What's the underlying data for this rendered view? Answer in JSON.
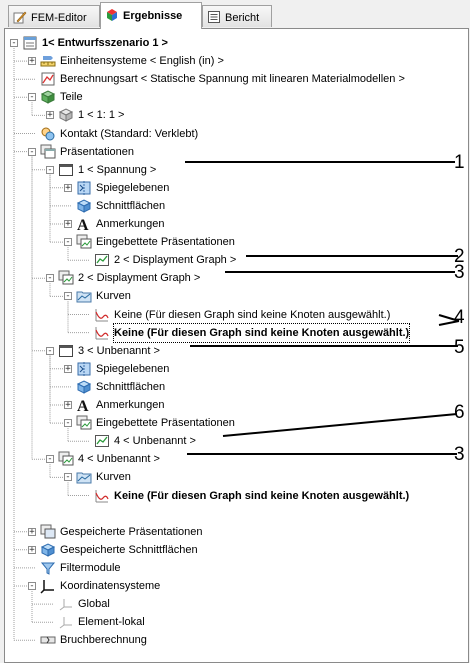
{
  "tabs": [
    {
      "label": "FEM-Editor",
      "icon": "pencil-icon"
    },
    {
      "label": "Ergebnisse",
      "icon": "cube-icon"
    },
    {
      "label": "Bericht",
      "icon": "report-icon"
    }
  ],
  "tree": [
    {
      "label": "1< Entwurfsszenario 1 >",
      "icon": "scenario-icon",
      "expander": "-",
      "bold": true
    },
    {
      "label": "Einheitensysteme < English (in) >",
      "icon": "units-icon",
      "expander": "+"
    },
    {
      "label": "Berechnungsart < Statische Spannung mit linearen Materialmodellen >",
      "icon": "analysis-icon"
    },
    {
      "label": "Teile",
      "icon": "parts-icon",
      "expander": "-"
    },
    {
      "label": "1 < 1: 1 >",
      "icon": "part-cube-icon",
      "expander": "+"
    },
    {
      "label": "Kontakt (Standard: Verklebt)",
      "icon": "contact-icon"
    },
    {
      "label": "Präsentationen",
      "icon": "presentations-icon",
      "expander": "-"
    },
    {
      "label": "1 < Spannung >",
      "icon": "window-icon",
      "expander": "-"
    },
    {
      "label": "Spiegelebenen",
      "icon": "mirror-planes-icon",
      "expander": "+"
    },
    {
      "label": "Schnittflächen",
      "icon": "section-planes-icon"
    },
    {
      "label": "Anmerkungen",
      "icon": "annotation-a-icon",
      "expander": "+"
    },
    {
      "label": "Eingebettete Präsentationen",
      "icon": "embedded-presentations-icon",
      "expander": "-"
    },
    {
      "label": "2 < Displayment Graph >",
      "icon": "graph-icon"
    },
    {
      "label": "2 < Displayment Graph >",
      "icon": "graph-presentation-icon",
      "expander": "-"
    },
    {
      "label": "Kurven",
      "icon": "curves-folder-icon",
      "expander": "-"
    },
    {
      "label": "Keine (Für diesen Graph sind keine Knoten ausgewählt.)",
      "icon": "curve-icon"
    },
    {
      "label": "Keine (Für diesen Graph sind keine Knoten ausgewählt.)",
      "icon": "curve-icon",
      "bold": true,
      "selected": true
    },
    {
      "label": "3 < Unbenannt >",
      "icon": "window-icon",
      "expander": "-"
    },
    {
      "label": "Spiegelebenen",
      "icon": "mirror-planes-icon",
      "expander": "+"
    },
    {
      "label": "Schnittflächen",
      "icon": "section-planes-icon"
    },
    {
      "label": "Anmerkungen",
      "icon": "annotation-a-icon",
      "expander": "+"
    },
    {
      "label": "Eingebettete Präsentationen",
      "icon": "embedded-presentations-icon",
      "expander": "-"
    },
    {
      "label": "4 < Unbenannt >",
      "icon": "graph-icon"
    },
    {
      "label": "4 < Unbenannt >",
      "icon": "graph-presentation-icon",
      "expander": "-"
    },
    {
      "label": "Kurven",
      "icon": "curves-folder-icon",
      "expander": "-"
    },
    {
      "label": "Keine (Für diesen Graph sind keine Knoten ausgewählt.)",
      "icon": "curve-icon",
      "bold": true
    },
    {
      "label": "",
      "icon": ""
    },
    {
      "label": "Gespeicherte Präsentationen",
      "icon": "saved-presentations-icon",
      "expander": "+"
    },
    {
      "label": "Gespeicherte Schnittflächen",
      "icon": "saved-sections-icon",
      "expander": "+"
    },
    {
      "label": "Filtermodule",
      "icon": "filter-icon"
    },
    {
      "label": "Koordinatensysteme",
      "icon": "coordinate-system-icon",
      "expander": "-"
    },
    {
      "label": "Global",
      "icon": "global-axes-icon"
    },
    {
      "label": "Element-lokal",
      "icon": "local-axes-icon"
    },
    {
      "label": "Bruchberechnung",
      "icon": "fracture-icon"
    }
  ],
  "callouts": [
    "1",
    "2",
    "3",
    "4",
    "5",
    "6",
    "3"
  ]
}
